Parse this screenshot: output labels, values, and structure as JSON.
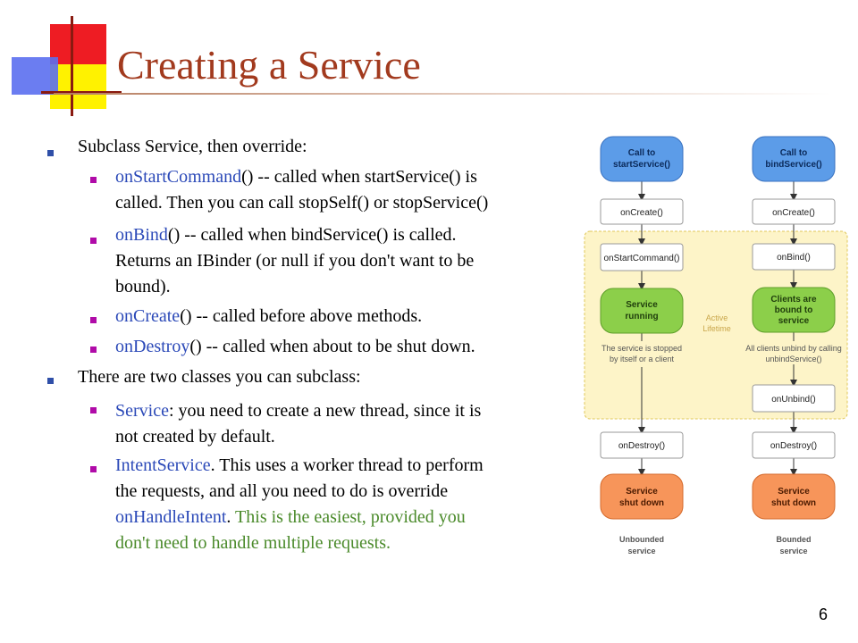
{
  "slide": {
    "title": "Creating a Service",
    "page_number": "6"
  },
  "bullets": {
    "b1": "Subclass Service, then override:",
    "b1a_kw": "onStartCommand",
    "b1a_l1": "() -- called when startService() is",
    "b1a_l2": "called.  Then you can call stopSelf() or stopService()",
    "b1b_kw": "onBind",
    "b1b_l1": "() -- called when bindService() is called.",
    "b1b_l2": "Returns an IBinder (or null if you don't want to be",
    "b1b_l3": "bound).",
    "b1c_kw": "onCreate",
    "b1c_l1": "() -- called before above methods.",
    "b1d_kw": "onDestroy",
    "b1d_l1": "() -- called when about to be shut down.",
    "b2": "There are two classes you can subclass:",
    "b2a_kw": "Service",
    "b2a_l1": ": you need to create a new thread, since it is",
    "b2a_l2": "not created by default.",
    "b2b_kw": "IntentService",
    "b2b_l1": ".  This uses a worker thread to perform",
    "b2b_l2": "the requests, and all you need to do is override",
    "b2b_kw2": "onHandleIntent",
    "b2b_l3a": ".  ",
    "b2b_l3b": "This is the easiest, provided you",
    "b2b_l4": "don't need to handle multiple requests."
  },
  "diagram": {
    "left": {
      "start_l1": "Call to",
      "start_l2": "startService()",
      "oncreate": "onCreate()",
      "onstartcommand": "onStartCommand()",
      "running_l1": "Service",
      "running_l2": "running",
      "note_l1": "The service is stopped",
      "note_l2": "by itself or a client",
      "ondestroy": "onDestroy()",
      "end_l1": "Service",
      "end_l2": "shut down",
      "caption_l1": "Unbounded",
      "caption_l2": "service"
    },
    "right": {
      "start_l1": "Call to",
      "start_l2": "bindService()",
      "oncreate": "onCreate()",
      "onbind": "onBind()",
      "bound_l1": "Clients are",
      "bound_l2": "bound to",
      "bound_l3": "service",
      "note_l1": "All clients unbind by calling",
      "note_l2": "unbindService()",
      "onunbind": "onUnbind()",
      "ondestroy": "onDestroy()",
      "end_l1": "Service",
      "end_l2": "shut down",
      "caption_l1": "Bounded",
      "caption_l2": "service"
    },
    "active_l1": "Active",
    "active_l2": "Lifetime",
    "colors": {
      "blue": "#5c9ce8",
      "green": "#8ccf4a",
      "orange": "#f7955a",
      "yellow_region": "#fdf4c8"
    }
  }
}
